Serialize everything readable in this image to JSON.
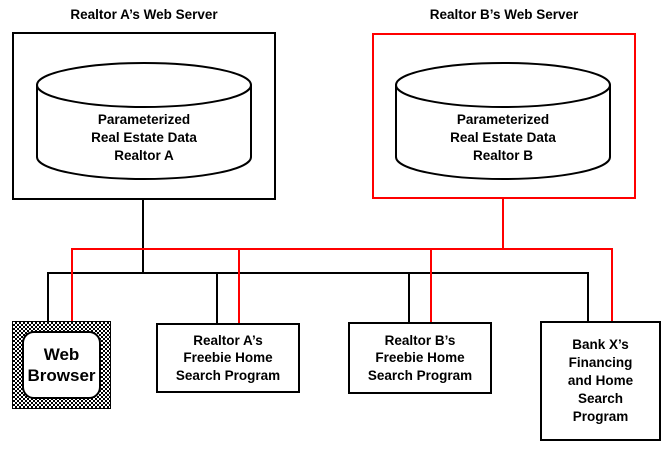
{
  "colors": {
    "background": "#ffffff",
    "realtor_a_connection": "#000000",
    "realtor_b_connection": "#ff0000",
    "box_border_black": "#000000",
    "box_border_red": "#ff0000"
  },
  "servers": {
    "a": {
      "title": "Realtor A’s Web Server",
      "database": {
        "line1": "Parameterized",
        "line2": "Real Estate Data",
        "line3": "Realtor A"
      }
    },
    "b": {
      "title": "Realtor B’s Web Server",
      "database": {
        "line1": "Parameterized",
        "line2": "Real Estate Data",
        "line3": "Realtor B"
      }
    }
  },
  "clients": {
    "web_browser": {
      "line1": "Web",
      "line2": "Browser"
    },
    "freebie_a": {
      "line1": "Realtor A’s",
      "line2": "Freebie Home",
      "line3": "Search Program"
    },
    "freebie_b": {
      "line1": "Realtor B’s",
      "line2": "Freebie Home",
      "line3": "Search Program"
    },
    "bank_x": {
      "line1": "Bank X’s",
      "line2": "Financing",
      "line3": "and Home",
      "line4": "Search",
      "line5": "Program"
    }
  }
}
